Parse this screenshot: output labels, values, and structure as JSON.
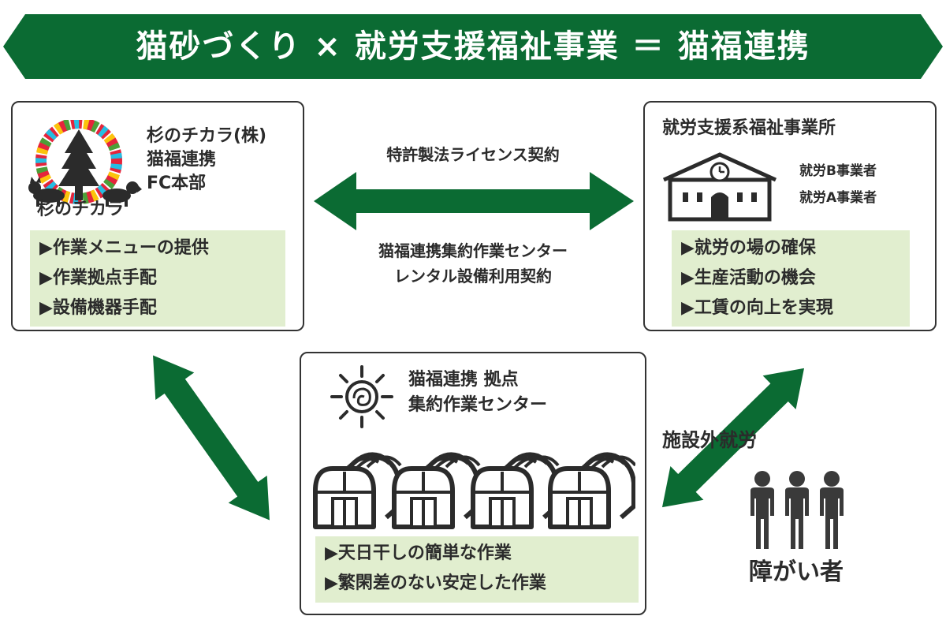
{
  "title": "猫砂づくり × 就労支援福祉事業 ＝ 猫福連携",
  "colors": {
    "brand_green": "#0b6b33",
    "box_border": "#333333",
    "bullet_bg": "#e1eecf",
    "text": "#2b2b2b"
  },
  "hq": {
    "logo_text": "杉のチカラ",
    "name_lines": [
      "杉のチカラ(株)",
      "猫福連携",
      "FC本部"
    ],
    "bullets": [
      "▶作業メニューの提供",
      "▶作業拠点手配",
      "▶設備機器手配"
    ]
  },
  "welfare": {
    "title": "就労支援系福祉事業所",
    "types": [
      "就労B事業者",
      "就労A事業者"
    ],
    "bullets": [
      "▶就労の場の確保",
      "▶生産活動の機会",
      "▶工賃の向上を実現"
    ]
  },
  "center": {
    "title_lines": [
      "猫福連携 拠点",
      "集約作業センター"
    ],
    "bullets": [
      "▶天日干しの簡単な作業",
      "▶繁閑差のない安定した作業"
    ]
  },
  "connections": {
    "patent_license": "特許製法ライセンス契約",
    "rental_lines": [
      "猫福連携集約作業センター",
      "レンタル設備利用契約"
    ],
    "offsite_work": "施設外就労"
  },
  "people_label": "障がい者",
  "icons": [
    "sdgs-wheel-icon",
    "tree-icon",
    "cat-icon",
    "dog-icon",
    "school-building-icon",
    "clock-icon",
    "sun-icon",
    "greenhouse-icon",
    "person-icon"
  ]
}
